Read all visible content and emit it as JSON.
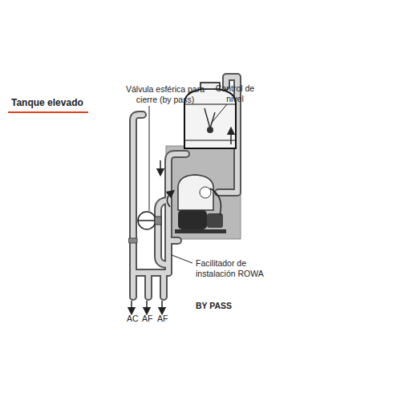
{
  "diagram": {
    "title": "Tanque elevado",
    "labels": [
      "Válvula esférica para cierre (by pass)",
      "Control de nivel",
      "Facilitador de instalación ROWA",
      "BY PASS",
      "AC",
      "AF",
      "AF"
    ]
  }
}
